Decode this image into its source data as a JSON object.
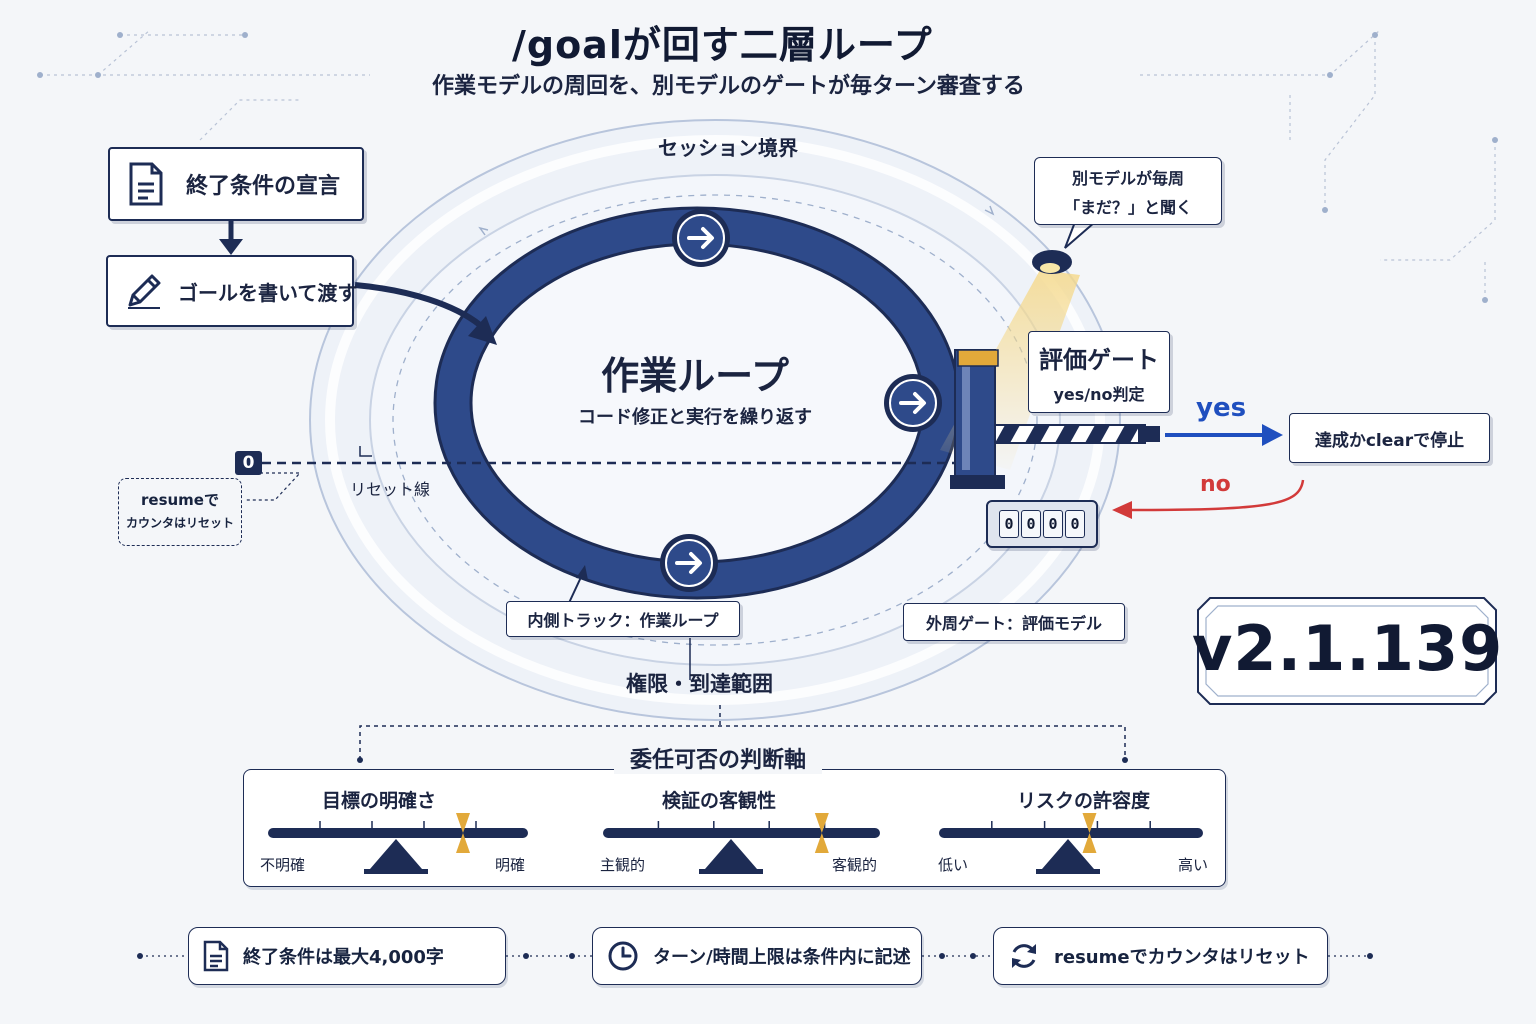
{
  "header": {
    "title": "/goalが回す二層ループ",
    "subtitle": "作業モデルの周回を、別モデルのゲートが毎ターン審査する"
  },
  "left_flow": {
    "declare_label": "終了条件の宣言",
    "goal_label": "ゴールを書いて渡す"
  },
  "ring": {
    "session_boundary": "セッション境界",
    "work_loop_title": "作業ループ",
    "work_loop_sub": "コード修正と実行を繰り返す",
    "permission_label": "権限・到達範囲",
    "inner_track_label": "内側トラック：作業ループ",
    "outer_gate_label": "外周ゲート：評価モデル"
  },
  "reset": {
    "zero_marker": "0",
    "reset_line_label": "リセット線",
    "note_line1": "resumeで",
    "note_line2": "カウンタはリセット"
  },
  "gate": {
    "bubble_line1": "別モデルが毎周",
    "bubble_line2": "「まだ？」と聞く",
    "gate_title": "評価ゲート",
    "gate_sub": "yes/no判定",
    "yes_label": "yes",
    "no_label": "no",
    "stop_label": "達成かclearで停止",
    "counter_digits": [
      "0",
      "0",
      "0",
      "0"
    ]
  },
  "version": "v2.1.139",
  "delegation": {
    "title": "委任可否の判断軸",
    "scales": [
      {
        "title": "目標の明確さ",
        "left": "不明確",
        "right": "明確",
        "marker": 0.75
      },
      {
        "title": "検証の客観性",
        "left": "主観的",
        "right": "客観的",
        "marker": 0.79
      },
      {
        "title": "リスクの許容度",
        "left": "低い",
        "right": "高い",
        "marker": 0.57
      }
    ]
  },
  "footer": {
    "items": [
      {
        "icon": "document-icon",
        "text": "終了条件は最大4,000字"
      },
      {
        "icon": "clock-icon",
        "text": "ターン/時間上限は条件内に記述"
      },
      {
        "icon": "refresh-icon",
        "text": "resumeでカウンタはリセット"
      }
    ]
  },
  "colors": {
    "navy": "#1d2c55",
    "ring_blue": "#2e4a8a",
    "yes_blue": "#1f4fbf",
    "no_red": "#d23a3a",
    "gold": "#e2a93a"
  }
}
